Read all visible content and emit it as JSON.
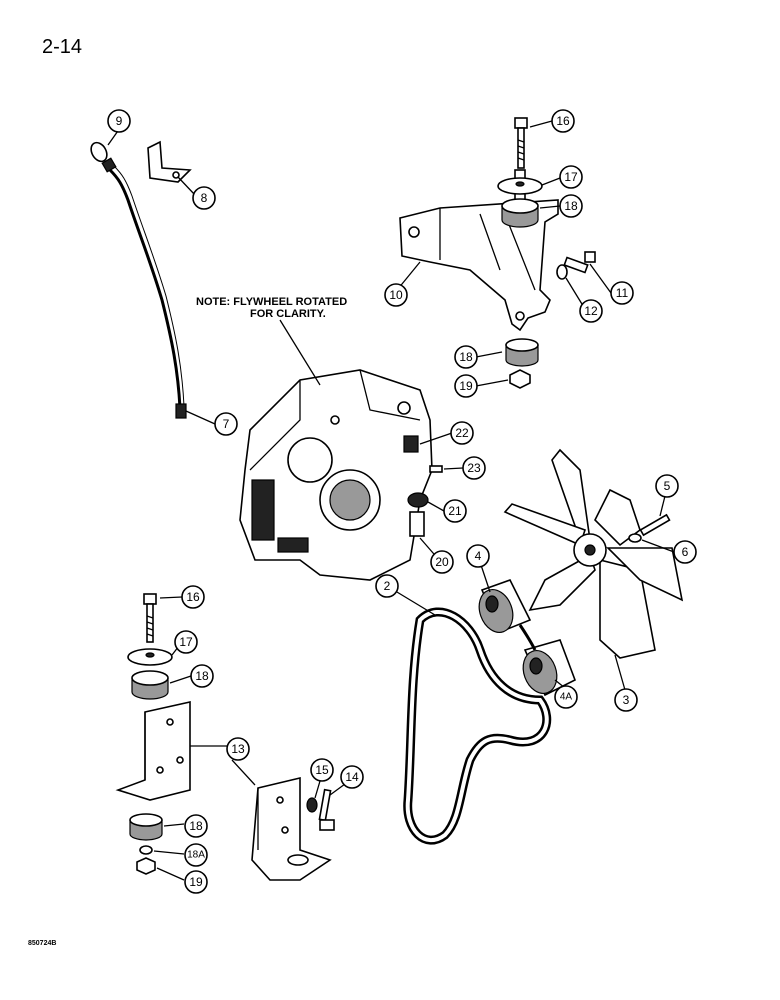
{
  "page_number": "2-14",
  "note": {
    "line1": "NOTE:  FLYWHEEL ROTATED",
    "line2": "FOR CLARITY."
  },
  "footer_code": "850724B",
  "callouts": {
    "c9": "9",
    "c8": "8",
    "c7": "7",
    "c16a": "16",
    "c17a": "17",
    "c18a": "18",
    "c10": "10",
    "c11": "11",
    "c12": "12",
    "c18b": "18",
    "c19a": "19",
    "c22": "22",
    "c23": "23",
    "c21": "21",
    "c20": "20",
    "c5": "5",
    "c6": "6",
    "c2": "2",
    "c4": "4",
    "c4a": "4A",
    "c3": "3",
    "c16b": "16",
    "c17b": "17",
    "c18c": "18",
    "c13": "13",
    "c15": "15",
    "c14": "14",
    "c18d": "18",
    "c18e": "18A",
    "c19b": "19"
  }
}
